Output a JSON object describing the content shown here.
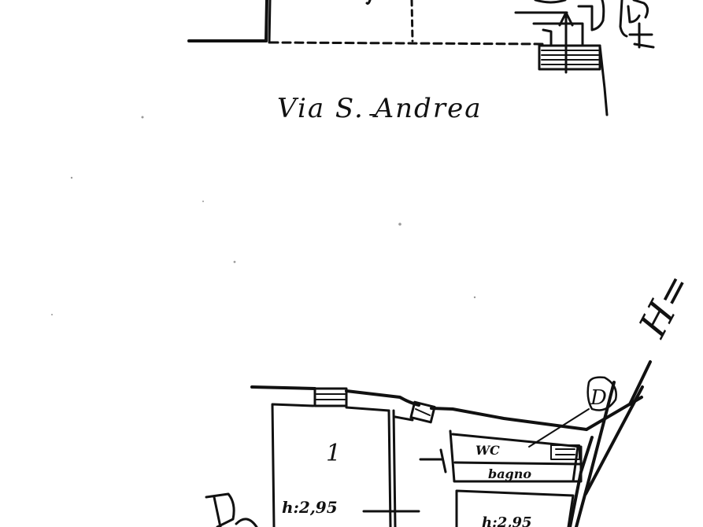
{
  "drawing": {
    "kind": "floor-plan-sketch",
    "ink_color": "#111111",
    "paper_color": "#ffffff"
  },
  "street": {
    "label": "Via S. Andrea"
  },
  "side_note": {
    "label": "H="
  },
  "rooms": {
    "room_1": {
      "number": "1",
      "height_label": "h:2,95"
    },
    "wc": {
      "label": "WC"
    },
    "bath": {
      "label": "bagno"
    },
    "room_right": {
      "height_label": "h:2,95"
    }
  },
  "marker": {
    "label": "D"
  }
}
